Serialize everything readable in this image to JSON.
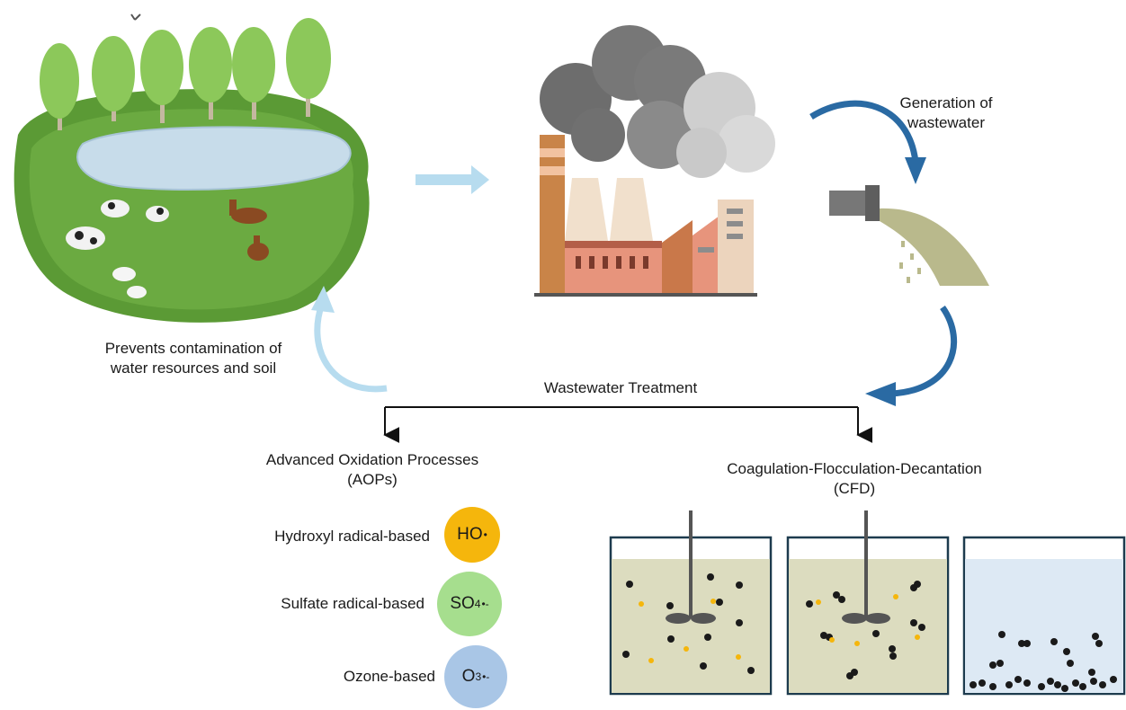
{
  "labels": {
    "generation": [
      "Generation of",
      "wastewater"
    ],
    "prevents": [
      "Prevents contamination of",
      "water resources and soil"
    ],
    "treatment": "Wastewater Treatment",
    "aops": [
      "Advanced Oxidation Processes",
      "(AOPs)"
    ],
    "cfd": [
      "Coagulation-Flocculation-Decantation",
      "(CFD)"
    ]
  },
  "radicals": [
    {
      "label": "Hydroxyl radical-based",
      "formula": "HO",
      "sub": "",
      "sup": "•",
      "color": "#f5b60c"
    },
    {
      "label": "Sulfate radical-based",
      "formula": "SO",
      "sub": "4",
      "sup": "•-",
      "color": "#a6de8e"
    },
    {
      "label": "Ozone-based",
      "formula": "O",
      "sub": "3",
      "sup": "•-",
      "color": "#a9c6e6"
    }
  ],
  "colors": {
    "light_arrow": "#b7dcef",
    "dark_arrow": "#2a6aa3",
    "tank_water": "#dcdcbf",
    "clear_water": "#dde9f4",
    "tank_border": "#1d3b4e",
    "floc": "#1a1a1a",
    "coagulant": "#f5b60c",
    "grass": "#4e8a2c",
    "pond": "#c7dcea"
  }
}
